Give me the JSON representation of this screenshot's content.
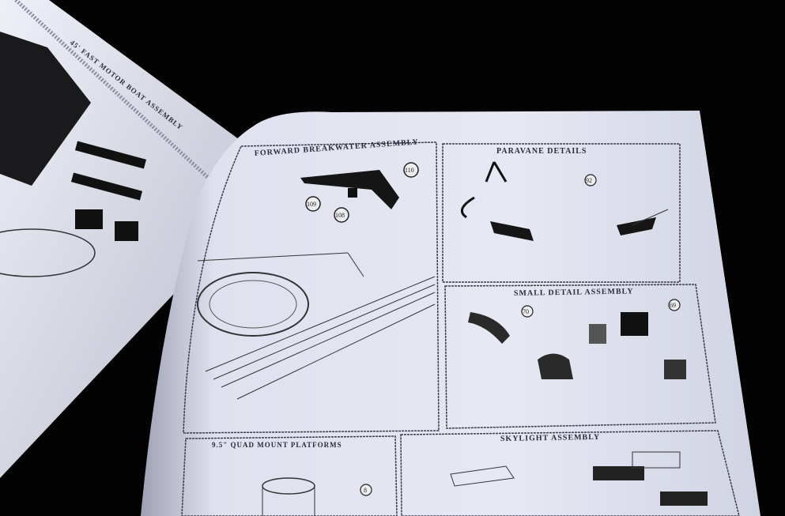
{
  "left_sheet": {
    "title": "45' FAST MOTOR BOAT ASSEMBLY"
  },
  "right_sheet": {
    "sections": [
      {
        "title": "FORWARD BREAKWATER ASSEMBLY",
        "callouts": [
          "110",
          "109",
          "108"
        ]
      },
      {
        "title": "PARAVANE DETAILS",
        "callouts": [
          "92"
        ]
      },
      {
        "title": "SMALL DETAIL ASSEMBLY",
        "callouts": [
          "70",
          "69"
        ]
      },
      {
        "title": "9.5\" QUAD MOUNT PLATFORMS",
        "callouts": [
          "8"
        ]
      },
      {
        "title": "SKYLIGHT ASSEMBLY",
        "callouts": []
      }
    ]
  },
  "colors": {
    "background": "#030303",
    "paper": "#e4e6f2",
    "ink": "#2a2c3a"
  }
}
